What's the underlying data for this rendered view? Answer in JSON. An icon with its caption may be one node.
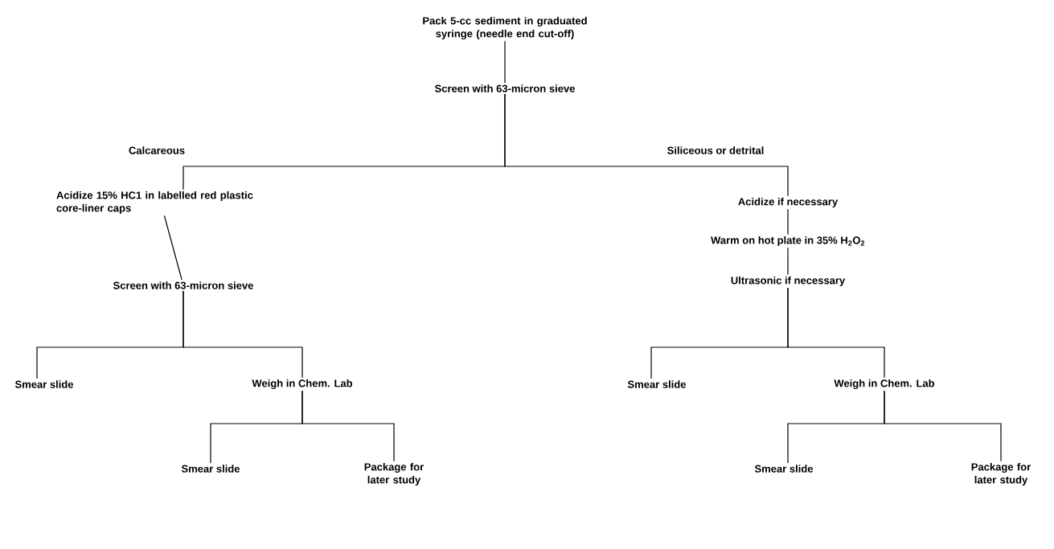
{
  "diagram": {
    "nodes": [
      {
        "text": [
          "Pack 5-cc sediment in graduated syringe (needle end cut-off)"
        ]
      },
      {
        "text": [
          "Screen with 63-micron sieve"
        ]
      },
      {
        "text": [
          "Acidize 15% HC1 in labelled red plastic core-liner caps"
        ]
      },
      {
        "text": [
          "Screen with 63-micron sieve"
        ]
      },
      {
        "text": [
          "Acidize if necessary"
        ]
      },
      {
        "text": [
          "Warm on hot plate in 35% H$_{2}$O$_{2}$"
        ]
      },
      {
        "text": [
          "Ultrasonic if necessary"
        ]
      },
      {
        "text": [
          "Smear slide"
        ]
      },
      {
        "text": [
          "Weigh in Chem. Lab"
        ]
      },
      {
        "text": [
          "Smear slide"
        ]
      },
      {
        "text": [
          "Package for later study"
        ]
      },
      {
        "text": [
          "Smear slide"
        ]
      },
      {
        "text": [
          "Weigh in Chem. Lab"
        ]
      },
      {
        "text": [
          "Smear slide"
        ]
      },
      {
        "text": [
          "Package for later study"
        ]
      }
    ],
    "edges": [
      {
        "from": 0,
        "to": 1,
        "arrow": "none"
      },
      {
        "from": 1,
        "to": 2,
        "arrow": "none",
        "label": "Calcareous"
      },
      {
        "from": 1,
        "to": 4,
        "arrow": "none",
        "label": "Siliceous or detrital"
      },
      {
        "from": 2,
        "to": 3,
        "arrow": "none"
      },
      {
        "from": 4,
        "to": 5,
        "arrow": "none"
      },
      {
        "from": 5,
        "to": 6,
        "arrow": "none"
      },
      {
        "from": 3,
        "to": 7,
        "arrow": "none"
      },
      {
        "from": 3,
        "to": 8,
        "arrow": "none"
      },
      {
        "from": 8,
        "to": 9,
        "arrow": "none"
      },
      {
        "from": 8,
        "to": 10,
        "arrow": "none"
      },
      {
        "from": 6,
        "to": 11,
        "arrow": "none"
      },
      {
        "from": 6,
        "to": 12,
        "arrow": "none"
      },
      {
        "from": 12,
        "to": 13,
        "arrow": "none"
      },
      {
        "from": 12,
        "to": 14,
        "arrow": "none"
      }
    ]
  }
}
